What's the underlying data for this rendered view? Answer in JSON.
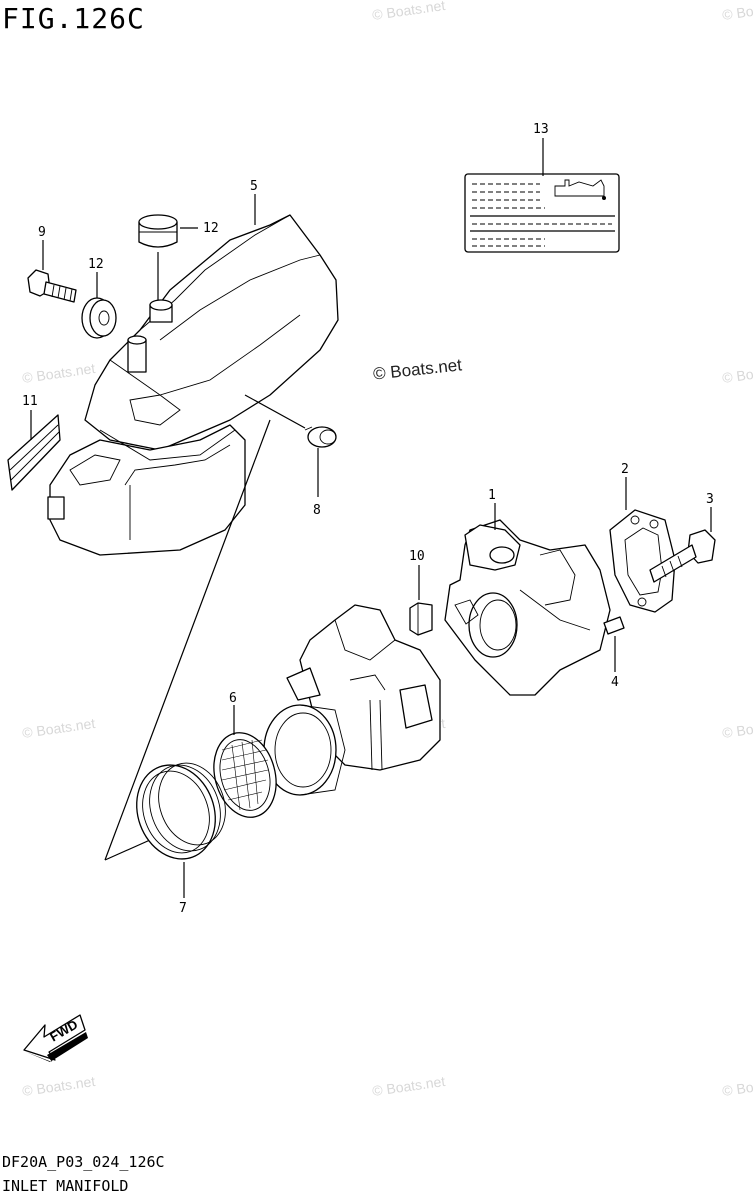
{
  "figure": {
    "title": "FIG.126C"
  },
  "footer": {
    "code": "DF20A_P03_024_126C",
    "name": "INLET MANIFOLD"
  },
  "watermark": {
    "text": "© Boats.net",
    "center_text": "© Boats.net"
  },
  "fwd_label": "FWD",
  "callouts": [
    "1",
    "2",
    "3",
    "4",
    "5",
    "6",
    "7",
    "8",
    "9",
    "10",
    "11",
    "12",
    "12",
    "13"
  ]
}
